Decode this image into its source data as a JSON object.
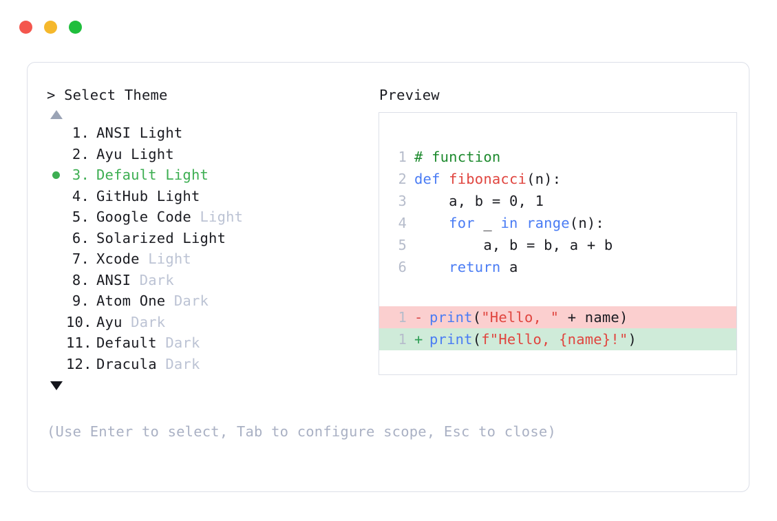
{
  "window": {
    "dots": [
      {
        "name": "close",
        "color": "#f4564d"
      },
      {
        "name": "minimize",
        "color": "#f5b82c"
      },
      {
        "name": "maximize",
        "color": "#1fbe3c"
      }
    ]
  },
  "prompt": {
    "marker": ">",
    "title": "> Select Theme",
    "scroll_up_icon": "triangle-up",
    "scroll_down_icon": "triangle-down"
  },
  "theme_list": {
    "selected_index": 3,
    "selected_color": "#3dae52",
    "items": [
      {
        "number": "1.",
        "name": "ANSI Light",
        "variant": "",
        "selected": false
      },
      {
        "number": "2.",
        "name": "Ayu Light",
        "variant": "",
        "selected": false
      },
      {
        "number": "3.",
        "name": "Default Light",
        "variant": "",
        "selected": true
      },
      {
        "number": "4.",
        "name": "GitHub Light",
        "variant": "",
        "selected": false
      },
      {
        "number": "5.",
        "name": "Google Code",
        "variant": "Light",
        "selected": false
      },
      {
        "number": "6.",
        "name": "Solarized Light",
        "variant": "",
        "selected": false
      },
      {
        "number": "7.",
        "name": "Xcode",
        "variant": "Light",
        "selected": false
      },
      {
        "number": "8.",
        "name": "ANSI",
        "variant": "Dark",
        "selected": false
      },
      {
        "number": "9.",
        "name": "Atom One",
        "variant": "Dark",
        "selected": false
      },
      {
        "number": "10.",
        "name": "Ayu",
        "variant": "Dark",
        "selected": false
      },
      {
        "number": "11.",
        "name": "Default",
        "variant": "Dark",
        "selected": false
      },
      {
        "number": "12.",
        "name": "Dracula",
        "variant": "Dark",
        "selected": false
      }
    ]
  },
  "preview": {
    "title": "Preview",
    "code_lines": [
      {
        "ln": "1",
        "tokens": [
          {
            "t": "# function",
            "c": "comment"
          }
        ]
      },
      {
        "ln": "2",
        "tokens": [
          {
            "t": "def ",
            "c": "keyword"
          },
          {
            "t": "fibonacci",
            "c": "func"
          },
          {
            "t": "(n):",
            "c": "plain"
          }
        ]
      },
      {
        "ln": "3",
        "tokens": [
          {
            "t": "    a, b = 0, 1",
            "c": "plain"
          }
        ]
      },
      {
        "ln": "4",
        "tokens": [
          {
            "t": "    ",
            "c": "plain"
          },
          {
            "t": "for",
            "c": "keyword"
          },
          {
            "t": " _ ",
            "c": "plain"
          },
          {
            "t": "in range",
            "c": "keyword"
          },
          {
            "t": "(n):",
            "c": "plain"
          }
        ]
      },
      {
        "ln": "5",
        "tokens": [
          {
            "t": "        a, b = b, a + b",
            "c": "plain"
          }
        ]
      },
      {
        "ln": "6",
        "tokens": [
          {
            "t": "    ",
            "c": "plain"
          },
          {
            "t": "return",
            "c": "keyword"
          },
          {
            "t": " a",
            "c": "plain"
          }
        ]
      }
    ],
    "diff_lines": [
      {
        "ln": "1",
        "sign": "-",
        "kind": "minus",
        "bg": "#fbcfcf",
        "tokens": [
          {
            "t": "print",
            "c": "keyword"
          },
          {
            "t": "(",
            "c": "plain"
          },
          {
            "t": "\"Hello, \"",
            "c": "string"
          },
          {
            "t": " + name)",
            "c": "plain"
          }
        ]
      },
      {
        "ln": "1",
        "sign": "+",
        "kind": "plus",
        "bg": "#cfebd9",
        "tokens": [
          {
            "t": "print",
            "c": "keyword"
          },
          {
            "t": "(",
            "c": "plain"
          },
          {
            "t": "f\"Hello, {name}!\"",
            "c": "string"
          },
          {
            "t": ")",
            "c": "plain"
          }
        ]
      }
    ]
  },
  "footer": {
    "hint": "(Use Enter to select, Tab to configure scope, Esc to close)"
  }
}
